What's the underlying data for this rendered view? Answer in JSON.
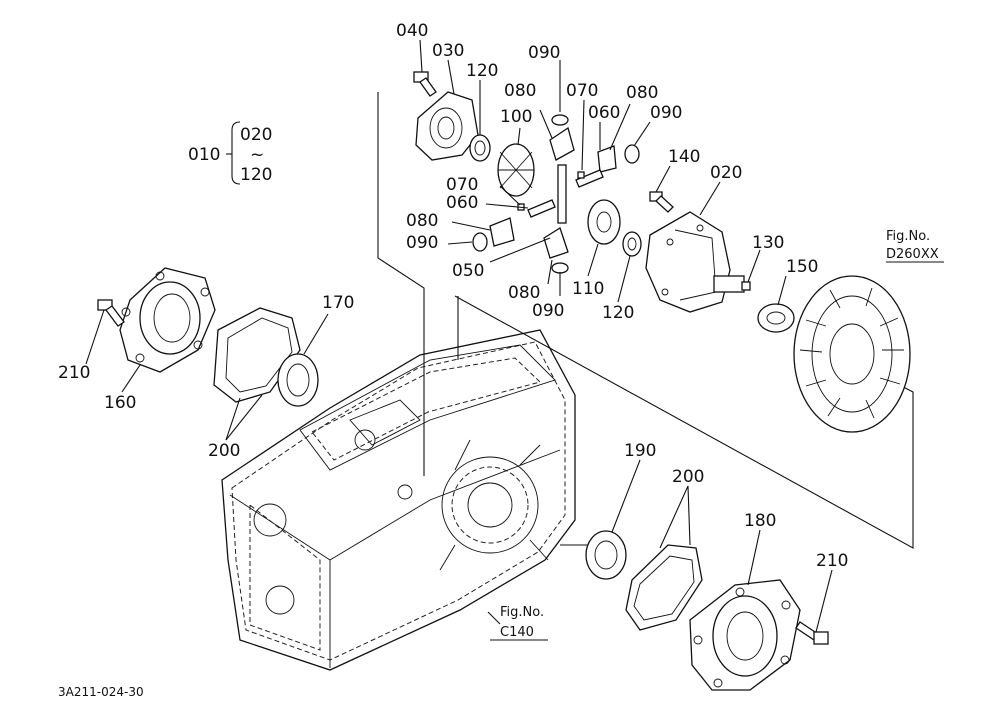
{
  "labels": [
    {
      "id": "p040",
      "text": "040"
    },
    {
      "id": "p030",
      "text": "030"
    },
    {
      "id": "p090a",
      "text": "090"
    },
    {
      "id": "p120a",
      "text": "120"
    },
    {
      "id": "p080a",
      "text": "080"
    },
    {
      "id": "p070a",
      "text": "070"
    },
    {
      "id": "p080b",
      "text": "080"
    },
    {
      "id": "p100",
      "text": "100"
    },
    {
      "id": "p060a",
      "text": "060"
    },
    {
      "id": "p090b",
      "text": "090"
    },
    {
      "id": "p010",
      "text": "010"
    },
    {
      "id": "p020a",
      "text": "020"
    },
    {
      "id": "ptilde",
      "text": "~"
    },
    {
      "id": "p120b",
      "text": "120"
    },
    {
      "id": "p140",
      "text": "140"
    },
    {
      "id": "p020b",
      "text": "020"
    },
    {
      "id": "p070b",
      "text": "070"
    },
    {
      "id": "p060b",
      "text": "060"
    },
    {
      "id": "p080c",
      "text": "080"
    },
    {
      "id": "p090c",
      "text": "090"
    },
    {
      "id": "p130",
      "text": "130"
    },
    {
      "id": "p150",
      "text": "150"
    },
    {
      "id": "p050",
      "text": "050"
    },
    {
      "id": "p080d",
      "text": "080"
    },
    {
      "id": "p110",
      "text": "110"
    },
    {
      "id": "p120c",
      "text": "120"
    },
    {
      "id": "p090d",
      "text": "090"
    },
    {
      "id": "p170",
      "text": "170"
    },
    {
      "id": "p210a",
      "text": "210"
    },
    {
      "id": "p160",
      "text": "160"
    },
    {
      "id": "p200a",
      "text": "200"
    },
    {
      "id": "p190",
      "text": "190"
    },
    {
      "id": "p200b",
      "text": "200"
    },
    {
      "id": "p180",
      "text": "180"
    },
    {
      "id": "p210b",
      "text": "210"
    }
  ],
  "figure_refs": {
    "upper": {
      "line1": "Fig.No.",
      "line2": "D260XX"
    },
    "lower": {
      "line1": "Fig.No.",
      "line2": "C140"
    }
  },
  "drawing_code": "3A211-024-30"
}
